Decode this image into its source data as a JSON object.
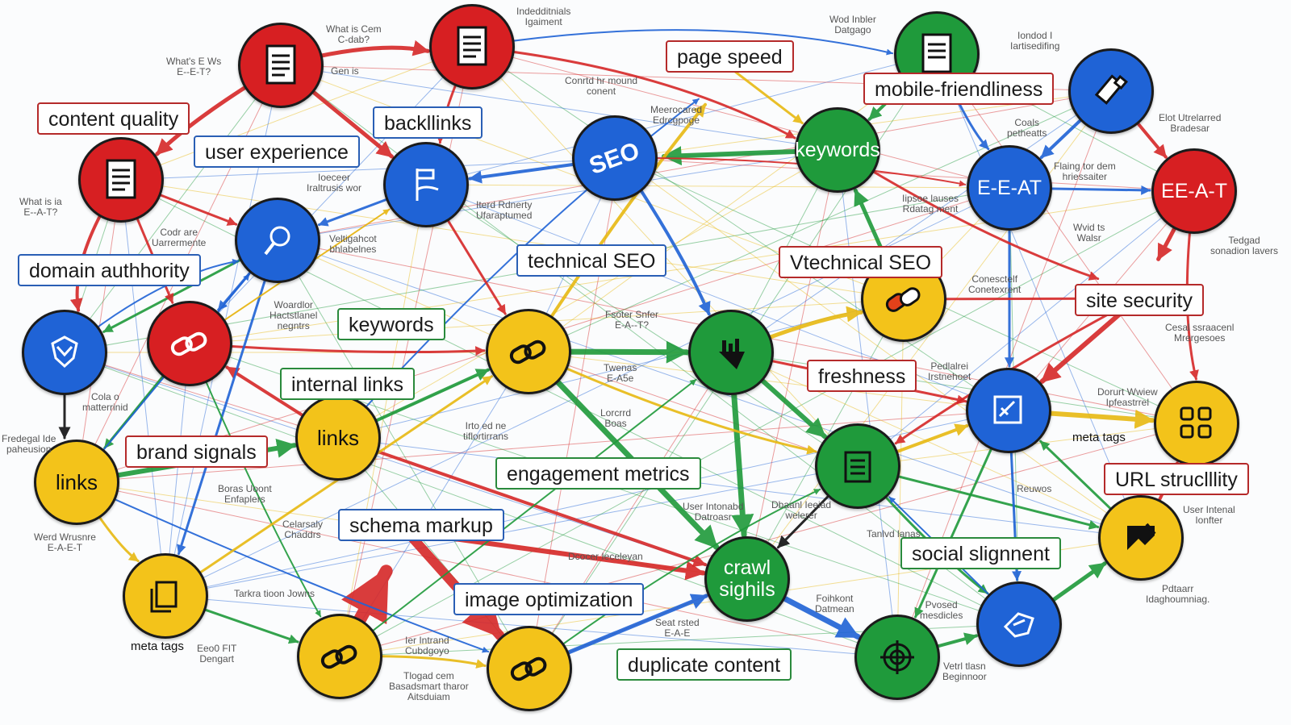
{
  "diagram": {
    "nodes": [
      {
        "id": "n1",
        "label": "",
        "icon": "document-icon",
        "color": "red"
      },
      {
        "id": "n2",
        "label": "",
        "icon": "document-icon",
        "color": "red"
      },
      {
        "id": "n3",
        "label": "",
        "icon": "document-icon",
        "color": "green"
      },
      {
        "id": "n4",
        "label": "",
        "icon": "usb-key-icon",
        "color": "blue"
      },
      {
        "id": "n5",
        "label": "",
        "icon": "document-icon",
        "color": "red"
      },
      {
        "id": "n6",
        "label": "",
        "icon": "flag-icon",
        "color": "blue"
      },
      {
        "id": "n7",
        "label": "",
        "icon": "seo-tag-icon",
        "color": "blue"
      },
      {
        "id": "n8",
        "label": "keywords",
        "icon": "",
        "color": "green"
      },
      {
        "id": "n9",
        "label": "E-E-AT",
        "icon": "",
        "color": "blue"
      },
      {
        "id": "n10",
        "label": "EE-A-T",
        "icon": "",
        "color": "red"
      },
      {
        "id": "n11",
        "label": "",
        "icon": "magnifier-icon",
        "color": "blue"
      },
      {
        "id": "n12",
        "label": "",
        "icon": "shield-icon",
        "color": "blue"
      },
      {
        "id": "n13",
        "label": "",
        "icon": "link-icon",
        "color": "red"
      },
      {
        "id": "n14",
        "label": "",
        "icon": "link-icon",
        "color": "yellow"
      },
      {
        "id": "n15",
        "label": "",
        "icon": "chart-icon",
        "color": "green"
      },
      {
        "id": "n16",
        "label": "",
        "icon": "link-icon",
        "color": "yellow"
      },
      {
        "id": "n17",
        "label": "",
        "icon": "edit-icon",
        "color": "blue"
      },
      {
        "id": "n18",
        "label": "",
        "icon": "puzzle-icon",
        "color": "yellow"
      },
      {
        "id": "n19",
        "label": "links",
        "icon": "",
        "color": "yellow"
      },
      {
        "id": "n20",
        "label": "links",
        "icon": "",
        "color": "yellow"
      },
      {
        "id": "n21",
        "label": "",
        "icon": "list-icon",
        "color": "green"
      },
      {
        "id": "n22",
        "label": "",
        "icon": "image-icon",
        "color": "yellow"
      },
      {
        "id": "n23",
        "label": "crawl\nsighils",
        "icon": "",
        "color": "green"
      },
      {
        "id": "n24",
        "label": "",
        "icon": "files-icon",
        "color": "yellow"
      },
      {
        "id": "n25",
        "label": "",
        "icon": "link-icon",
        "color": "yellow"
      },
      {
        "id": "n26",
        "label": "",
        "icon": "link-icon",
        "color": "yellow"
      },
      {
        "id": "n27",
        "label": "",
        "icon": "target-icon",
        "color": "green"
      },
      {
        "id": "n28",
        "label": "",
        "icon": "share-icon",
        "color": "blue"
      }
    ],
    "labels": [
      {
        "text": "page speed",
        "color": "red"
      },
      {
        "text": "mobile-friendliness",
        "color": "red"
      },
      {
        "text": "content quality",
        "color": "red"
      },
      {
        "text": "backllinks",
        "color": "blue"
      },
      {
        "text": "user experience",
        "color": "blue"
      },
      {
        "text": "domain authhority",
        "color": "blue"
      },
      {
        "text": "technical SEO",
        "color": "blue"
      },
      {
        "text": "Vtechnical SEO",
        "color": "red"
      },
      {
        "text": "site security",
        "color": "red"
      },
      {
        "text": "keywords",
        "color": "green"
      },
      {
        "text": "internal links",
        "color": "green"
      },
      {
        "text": "freshness",
        "color": "red"
      },
      {
        "text": "brand signals",
        "color": "red"
      },
      {
        "text": "engagement metrics",
        "color": "green"
      },
      {
        "text": "URL struclllity",
        "color": "red"
      },
      {
        "text": "schema markup",
        "color": "blue"
      },
      {
        "text": "social slignnent",
        "color": "green"
      },
      {
        "text": "image optimization",
        "color": "blue"
      },
      {
        "text": "duplicate content",
        "color": "green"
      }
    ],
    "plain_labels": [
      "meta tags",
      "meta tags"
    ],
    "notes": [
      "What is Cem\nC-dab?",
      "What's E Ws\nE--E-T?",
      "What is ia\nE--A-T?",
      "Indedditnials\nIgaiment",
      "Wod Inbler\nDatgago",
      "Iondod I\nIartisedifing",
      "Gen is",
      "Conrtd hr mound\nconent",
      "Elot Utrelarred\nBradesar",
      "Coals\npetheatts",
      "Flaing tor dem\nhriessaiter",
      "Meerocared\nEdrcgpoge",
      "Ioeceer\nIraltrusis wor",
      "Iterd Rdnerty\nUfaraptumed",
      "Iipsoe lauses\nRdatag ment",
      "Wvid ts\nWalsr",
      "Tedgad\nsonadion lavers",
      "Conesctelf\nConetexrent",
      "Woardlor\nHactstlanel\nnegntrs",
      "Veltigahcot\nbhlabelnes",
      "Codr are\nUarrermente",
      "Fsoter Snfer\nE-A--T?",
      "Cesal ssraacenl\nMrergesoes",
      "Cola o\nmatterrinid",
      "Fredegal Ide\npaheusion",
      "Twenas\nE-A5e",
      "Lorcrrd\nBoas",
      "Irto ed ne\ntiflortirrans",
      "Pedlalrei\nIrstnehoet",
      "Dorurt Wwiew\nIpfeastrrel",
      "Boras Uoont\nEnfaplers",
      "Celarsaly\nChaddrs",
      "Werd Wrusnre\nE-A-E-T",
      "Tarkra tioon Jowns",
      "User Intonabd\nDatroasr",
      "Dbaanl Ieeiad\nwelerer",
      "Tanlvd lanas",
      "Dcocer Ieceleyan",
      "Reuwos",
      "Pvosed\nmesdicles",
      "User Intenal\nIonfter",
      "Pdtaarr\nIdaghoumniag.",
      "Foihkont\nDatmean",
      "Seat rsted\nE-A-E",
      "Vetrl tlasn\nBeginnoor",
      "Tlogad cem\nBasadsmart tharor\nAitsduiam",
      "Eeo0 FIT\nDengart",
      "Ier Intrand\nCubdgoyo"
    ]
  }
}
